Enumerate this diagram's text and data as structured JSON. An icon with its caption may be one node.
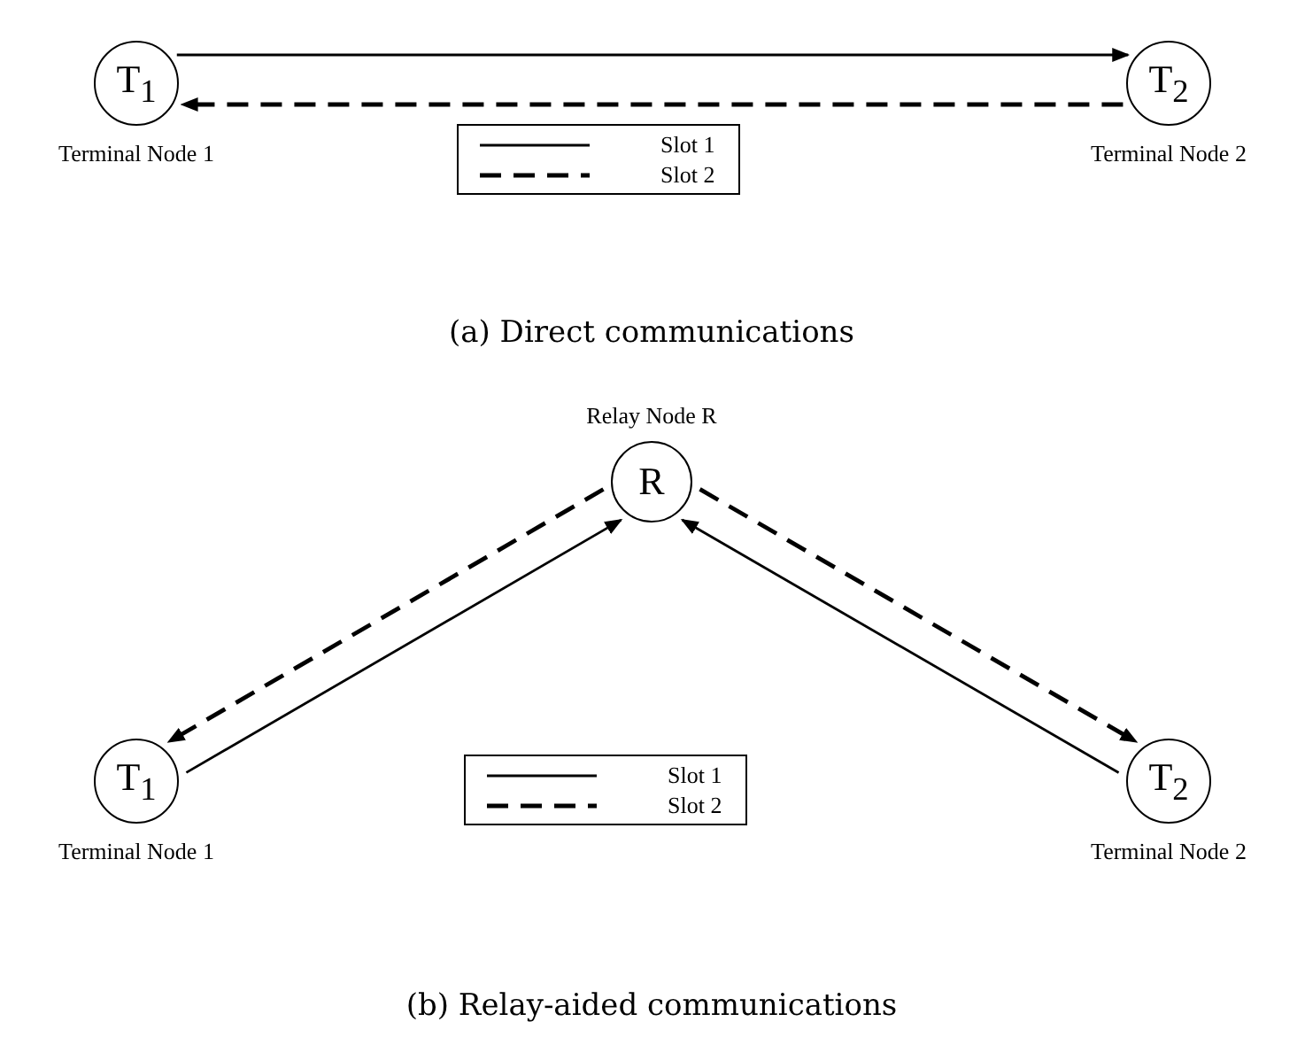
{
  "diagram": {
    "nodes": [
      {
        "text": [
          "T$_{1}$"
        ],
        "beside": [
          "Terminal Node 1"
        ]
      },
      {
        "text": [
          "T$_{2}$"
        ],
        "beside": [
          "Terminal Node 2"
        ]
      },
      {
        "text": [
          "R"
        ],
        "beside": [
          "Relay Node R"
        ]
      },
      {
        "text": [
          "T$_{1}$"
        ],
        "beside": [
          "Terminal Node 1"
        ]
      },
      {
        "text": [
          "T$_{2}$"
        ],
        "beside": [
          "Terminal Node 2"
        ]
      }
    ],
    "edges": [
      {
        "from": 0,
        "to": 1,
        "arrow": "to"
      },
      {
        "from": 1,
        "to": 0,
        "arrow": "to",
        "style": "dashed"
      },
      {
        "from": 3,
        "to": 2,
        "arrow": "to"
      },
      {
        "from": 2,
        "to": 3,
        "arrow": "to",
        "style": "dashed"
      },
      {
        "from": 4,
        "to": 2,
        "arrow": "to"
      },
      {
        "from": 2,
        "to": 4,
        "arrow": "to",
        "style": "dashed"
      }
    ],
    "labels": [
      "(a) Direct communications",
      "(b) Relay-aided communications"
    ],
    "legend": [
      {
        "text": "Slot 1"
      },
      {
        "text": "Slot 2"
      },
      {
        "text": "Slot 1"
      },
      {
        "text": "Slot 2"
      }
    ]
  }
}
